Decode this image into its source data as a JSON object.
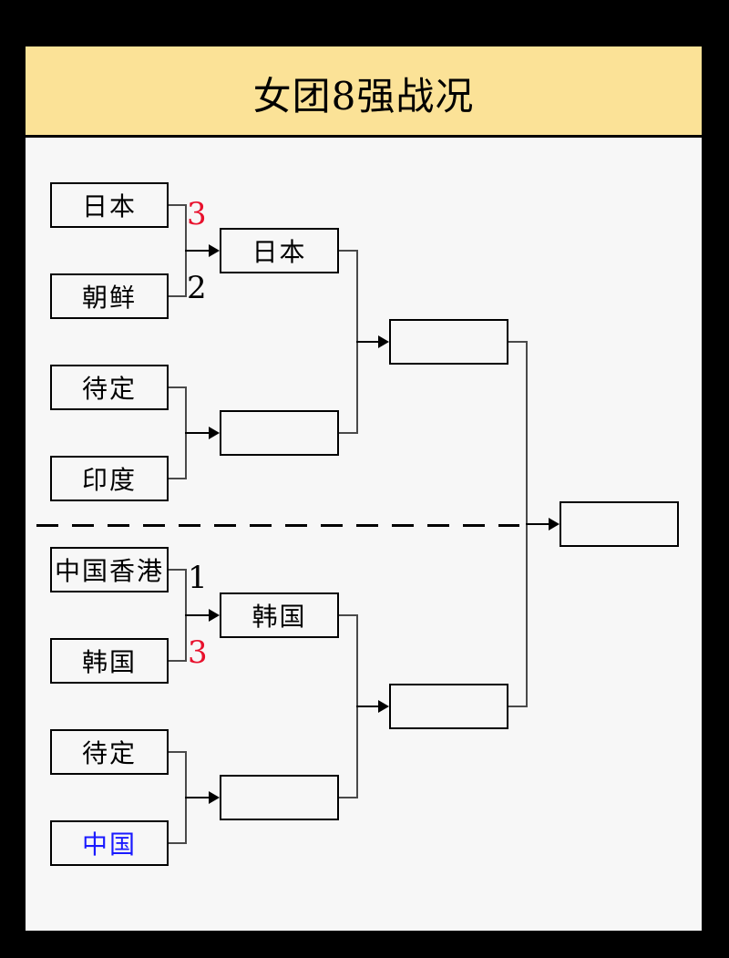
{
  "title": "女团8强战况",
  "colors": {
    "frame": "#000000",
    "header_bg": "#FBE297",
    "board_bg": "#F7F7F7",
    "box_border": "#000000",
    "connector": "#4A4A4A",
    "score_red": "#E8112D",
    "team_blue": "#1A1AFF"
  },
  "styles": {
    "red_score": "color:#e8112d",
    "black_score": "color:#000000",
    "blue_team": "color:#1a1aff"
  },
  "bracket": {
    "round1": [
      {
        "name": "日本",
        "score": "3"
      },
      {
        "name": "朝鲜",
        "score": "2"
      },
      {
        "name": "待定",
        "score": ""
      },
      {
        "name": "印度",
        "score": ""
      },
      {
        "name": "中国香港",
        "score": "1"
      },
      {
        "name": "韩国",
        "score": "3"
      },
      {
        "name": "待定",
        "score": ""
      },
      {
        "name": "中国",
        "score": ""
      }
    ],
    "round2": [
      {
        "name": "日本"
      },
      {
        "name": ""
      },
      {
        "name": "韩国"
      },
      {
        "name": ""
      }
    ],
    "semifinals": [
      {
        "name": ""
      },
      {
        "name": ""
      }
    ],
    "final": {
      "name": ""
    }
  }
}
